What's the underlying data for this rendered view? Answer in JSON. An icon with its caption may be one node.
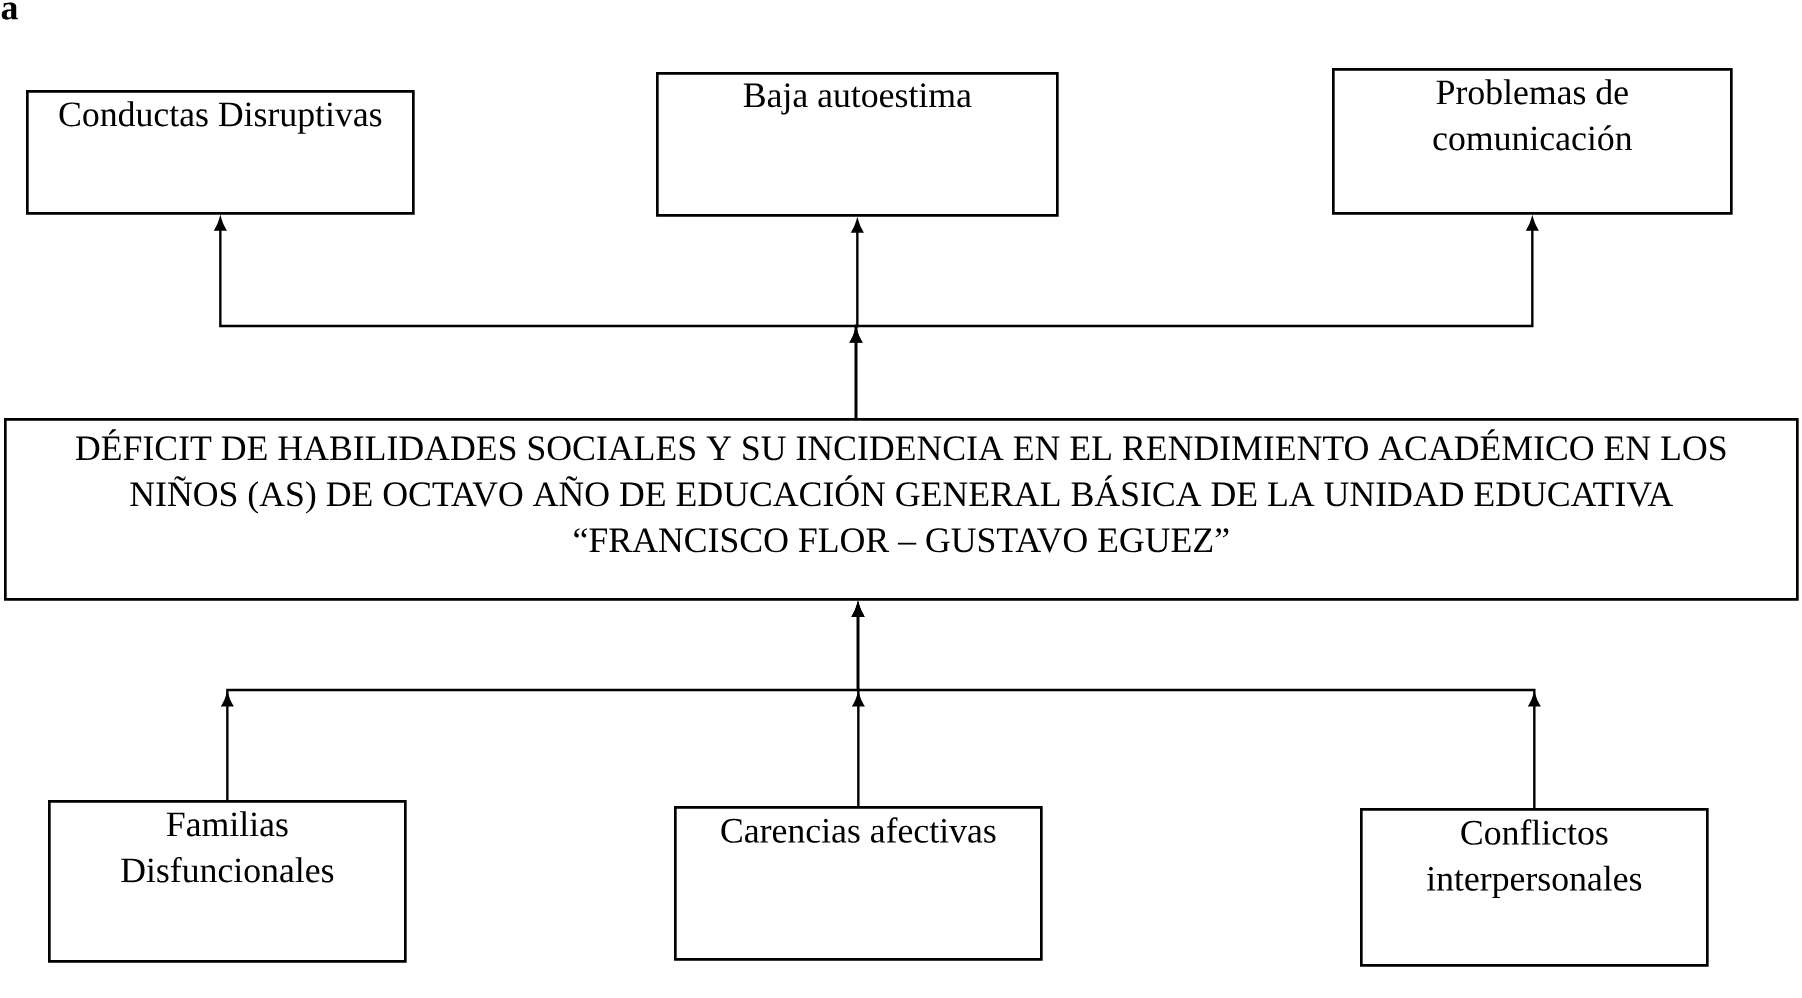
{
  "diagram": {
    "nodes": [
      {
        "text": [
          "Conductas Disruptivas"
        ]
      },
      {
        "text": [
          "Baja autoestima"
        ]
      },
      {
        "text": [
          "Problemas de comunicación"
        ]
      },
      {
        "text": [
          "DÉFICIT DE HABILIDADES SOCIALES Y SU INCIDENCIA EN EL RENDIMIENTO ACADÉMICO EN LOS NIÑOS (AS) DE OCTAVO AÑO DE EDUCACIÓN GENERAL BÁSICA DE LA UNIDAD EDUCATIVA “FRANCISCO FLOR – GUSTAVO EGUEZ”"
        ]
      },
      {
        "text": [
          "Familias Disfuncionales"
        ]
      },
      {
        "text": [
          "Carencias afectivas"
        ]
      },
      {
        "text": [
          "Conflictos interpersonales"
        ]
      }
    ],
    "edges": [
      {
        "from": 3,
        "to": 0,
        "arrow": "to"
      },
      {
        "from": 3,
        "to": 1,
        "arrow": "to"
      },
      {
        "from": 3,
        "to": 2,
        "arrow": "to"
      },
      {
        "from": 4,
        "to": 3,
        "arrow": "to"
      },
      {
        "from": 5,
        "to": 3,
        "arrow": "to"
      },
      {
        "from": 6,
        "to": 3,
        "arrow": "to"
      }
    ],
    "labels": [
      "a"
    ]
  }
}
